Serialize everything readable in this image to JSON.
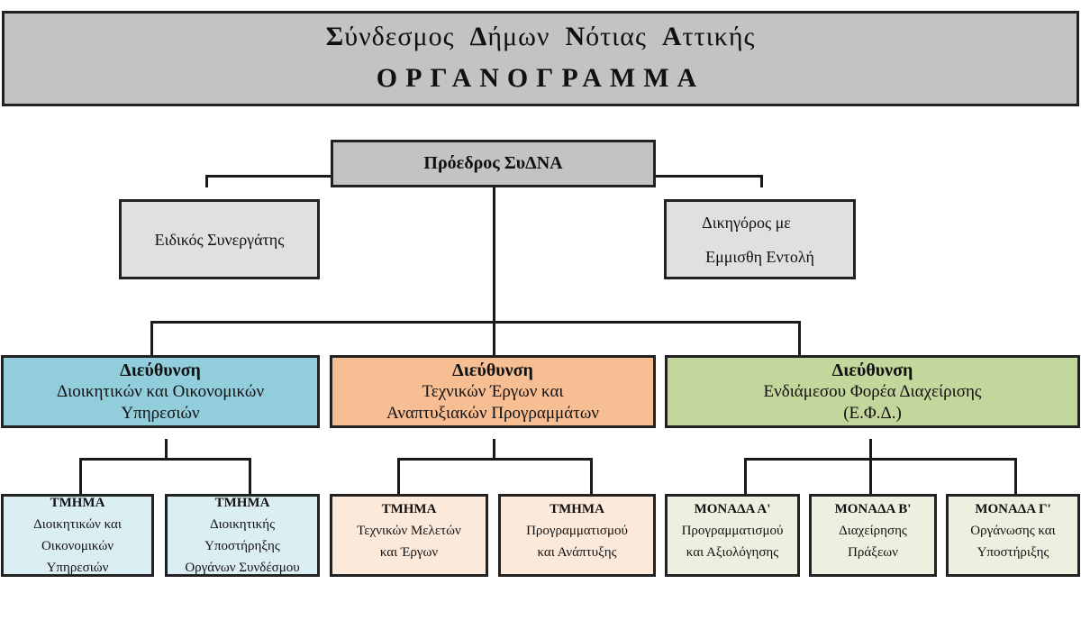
{
  "header": {
    "title_words": [
      {
        "cap": "Σ",
        "rest": "ύνδεσμος"
      },
      {
        "cap": "Δ",
        "rest": "ήμων"
      },
      {
        "cap": "Ν",
        "rest": "ότιας"
      },
      {
        "cap": "Α",
        "rest": "ττικής"
      }
    ],
    "subtitle": "ΟΡΓΑΝΟΓΡΑΜΜΑ"
  },
  "president": {
    "label": "Πρόεδρος ΣυΔΝΑ"
  },
  "advisors": {
    "left": {
      "label": "Ειδικός Συνεργάτης"
    },
    "right": {
      "line1": "Δικηγόρος με",
      "line2": "Εμμισθη Εντολή"
    }
  },
  "directorates": [
    {
      "title": "Διεύθυνση",
      "line1": "Διοικητικών και Οικονομικών",
      "line2": "Υπηρεσιών",
      "color": "#92cddc"
    },
    {
      "title": "Διεύθυνση",
      "line1": "Τεχνικών Έργων και",
      "line2": "Αναπτυξιακών Προγραμμάτων",
      "color": "#f7be94"
    },
    {
      "title": "Διεύθυνση",
      "line1": "Ενδιάμεσου Φορέα Διαχείρισης",
      "line2": "(Ε.Φ.Δ.)",
      "color": "#c3d69b"
    }
  ],
  "units": [
    {
      "title": "ΤΜΗΜΑ",
      "lines": [
        "Διοικητικών και",
        "Οικονομικών",
        "Υπηρεσιών"
      ],
      "color": "#dbeef4"
    },
    {
      "title": "ΤΜΗΜΑ",
      "lines": [
        "Διοικητικής",
        "Υποστήρηξης",
        "Οργάνων Συνδέσμου"
      ],
      "color": "#dbeef4"
    },
    {
      "title": "ΤΜΗΜΑ",
      "lines": [
        "Τεχνικών Μελετών",
        "και Έργων"
      ],
      "color": "#fde9d9"
    },
    {
      "title": "ΤΜΗΜΑ",
      "lines": [
        "Προγραμματισμού",
        "και Ανάπτυξης"
      ],
      "color": "#fde9d9"
    },
    {
      "title": "ΜΟΝΑΔΑ Α'",
      "lines": [
        "Προγραμματισμού",
        "και Αξιολόγησης"
      ],
      "color": "#ebf1de"
    },
    {
      "title": "ΜΟΝΑΔΑ Β'",
      "lines": [
        "Διαχείρησης",
        "Πράξεων"
      ],
      "color": "#ebf1de"
    },
    {
      "title": "ΜΟΝΑΔΑ Γ'",
      "lines": [
        "Οργάνωσης και",
        "Υποστήριξης"
      ],
      "color": "#ebf1de"
    }
  ]
}
